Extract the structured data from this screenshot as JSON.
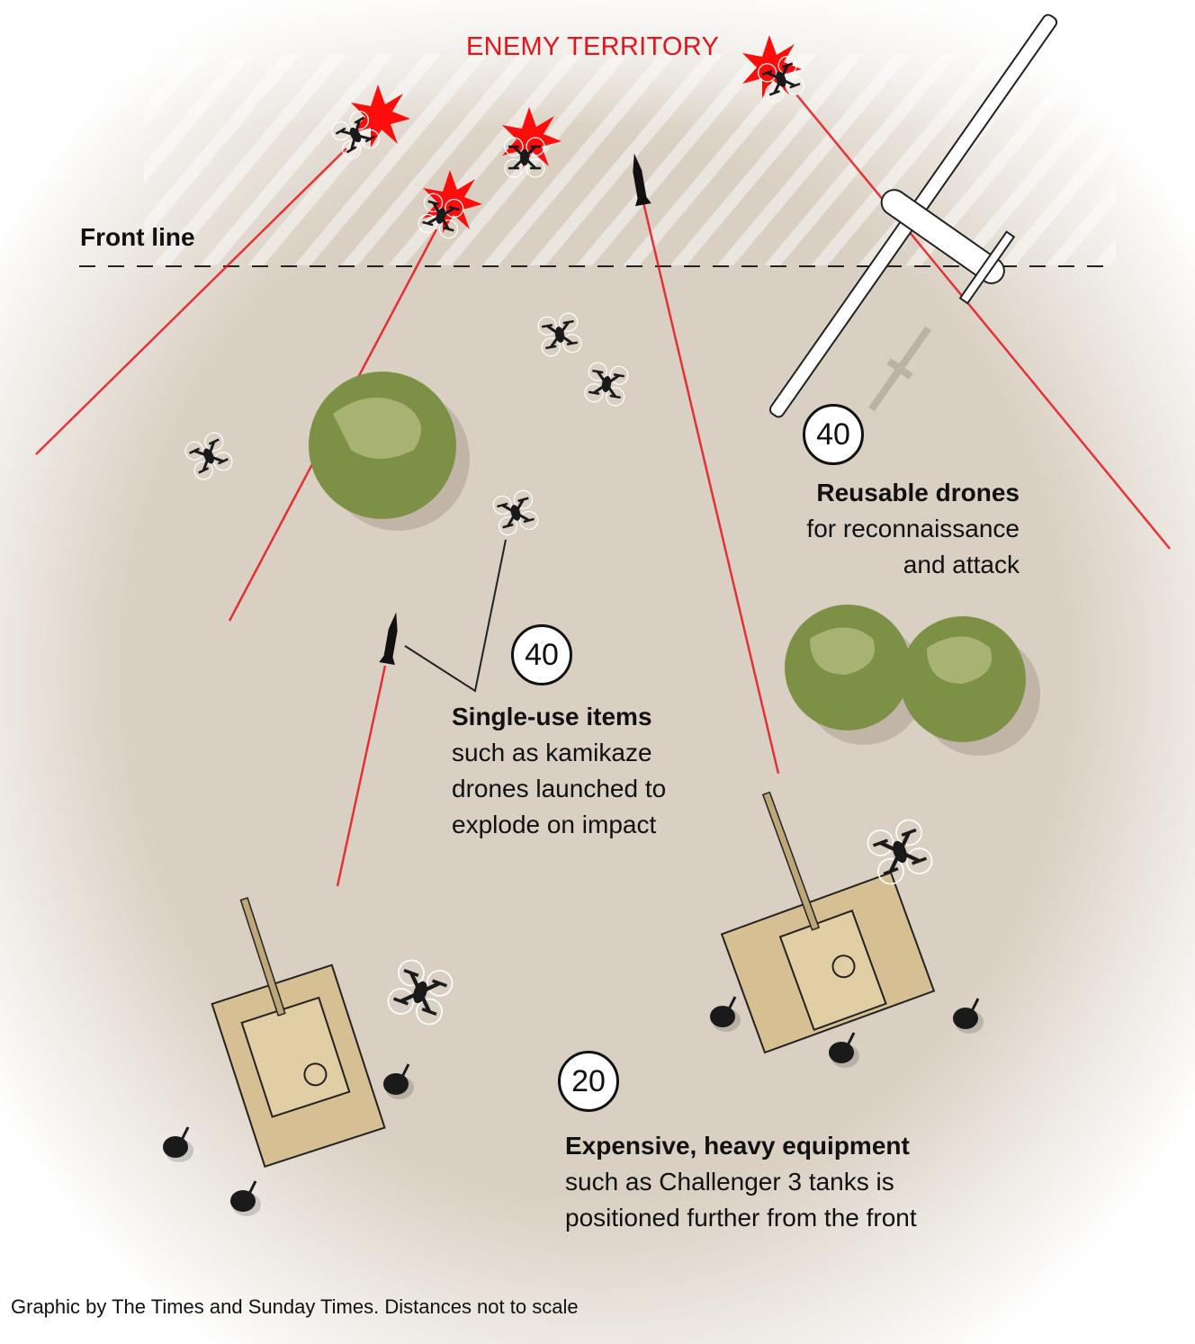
{
  "labels": {
    "enemy_territory": "ENEMY TERRITORY",
    "front_line": "Front line"
  },
  "sections": [
    {
      "count": "40",
      "title": "Reusable drones",
      "lines": [
        "for reconnaissance",
        "and attack"
      ]
    },
    {
      "count": "40",
      "title": "Single-use items",
      "lines": [
        "such as kamikaze",
        "drones launched to",
        "explode on impact"
      ]
    },
    {
      "count": "20",
      "title": "Expensive, heavy equipment",
      "lines": [
        "such as Challenger 3 tanks is",
        "positioned further from the front"
      ]
    }
  ],
  "caption": "Graphic by The Times and Sunday Times. Distances not to scale",
  "colors": {
    "ground": "#d9cfc2",
    "laser": "#e8141c",
    "tree": "#7d9146",
    "tank": "#d6bf92"
  }
}
